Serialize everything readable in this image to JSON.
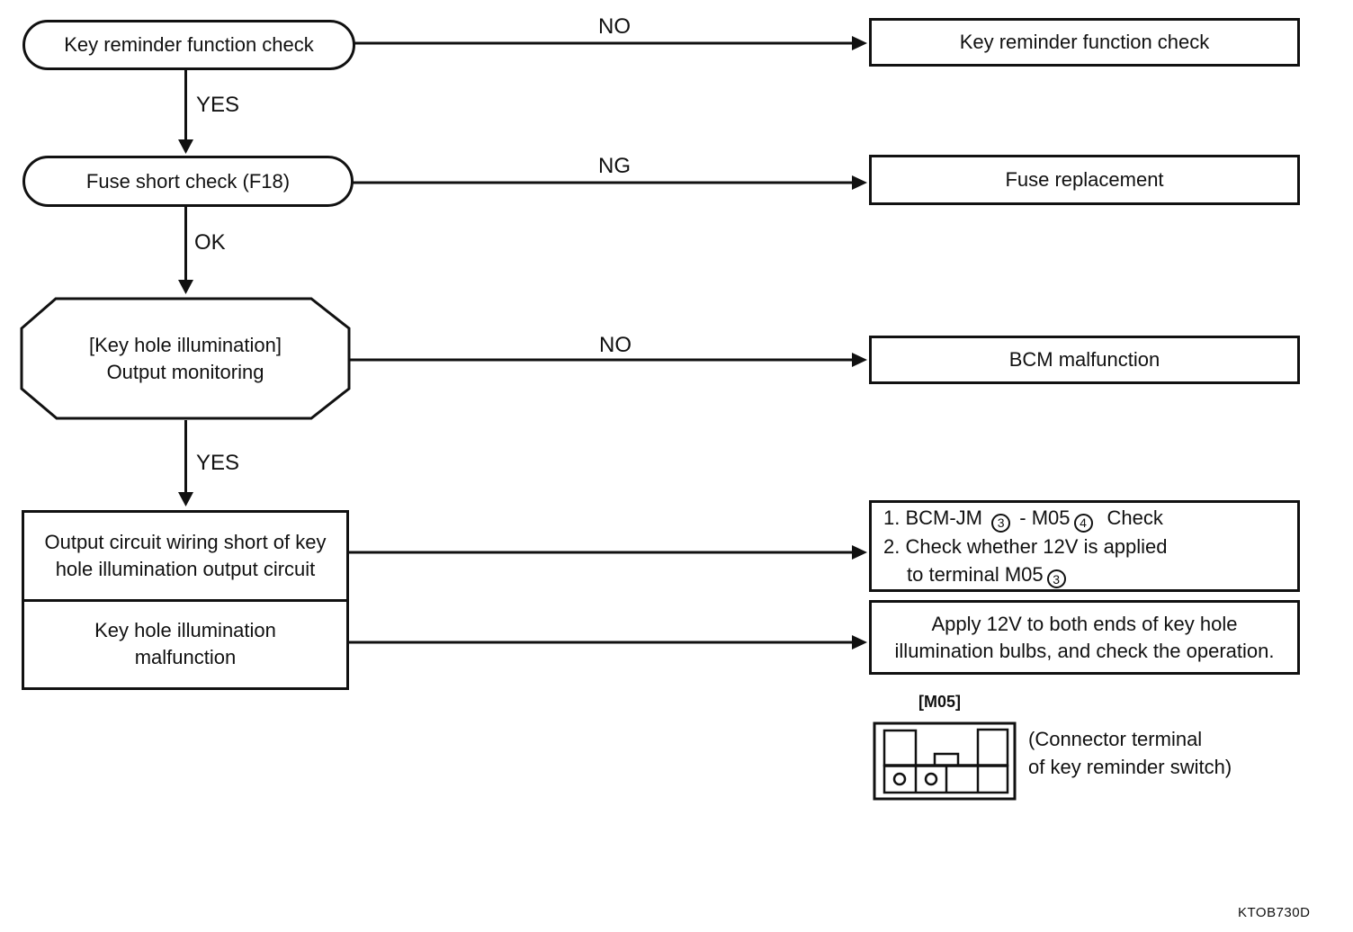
{
  "diagram": {
    "left": {
      "start": {
        "label": "Key reminder function check"
      },
      "fuse_check": {
        "label": "Fuse short check (F18)"
      },
      "output_monitoring": {
        "line1": "[Key hole illumination]",
        "line2": "Output monitoring"
      },
      "wiring_short": {
        "line1": "Output circuit wiring short of key",
        "line2": "hole illumination output circuit"
      },
      "illumination_malfunction": {
        "line1": "Key hole illumination",
        "line2": "malfunction"
      }
    },
    "right": {
      "key_reminder_check": {
        "label": "Key reminder function check"
      },
      "fuse_replacement": {
        "label": "Fuse replacement"
      },
      "bcm_malfunction": {
        "label": "BCM malfunction"
      },
      "bcm_jm_check": {
        "l1_pre": "1. BCM-JM",
        "l1_circ1": "3",
        "l1_mid": "- M05",
        "l1_circ2": "4",
        "l1_post": "Check",
        "l2": "2. Check whether 12V is applied",
        "l3_pre": "to terminal M05",
        "l3_circ": "3"
      },
      "apply_12v": {
        "line1": "Apply 12V to both ends of key hole",
        "line2": "illumination bulbs, and check the operation."
      }
    },
    "edge_labels": {
      "yes1": "YES",
      "ok": "OK",
      "yes2": "YES",
      "no1": "NO",
      "ng": "NG",
      "no2": "NO"
    }
  },
  "connector": {
    "title": "[M05]",
    "caption_line1": "(Connector terminal",
    "caption_line2": "of key reminder switch)"
  },
  "doc_code": "KTOB730D",
  "colors": {
    "ink": "#111111",
    "paper": "#ffffff"
  }
}
